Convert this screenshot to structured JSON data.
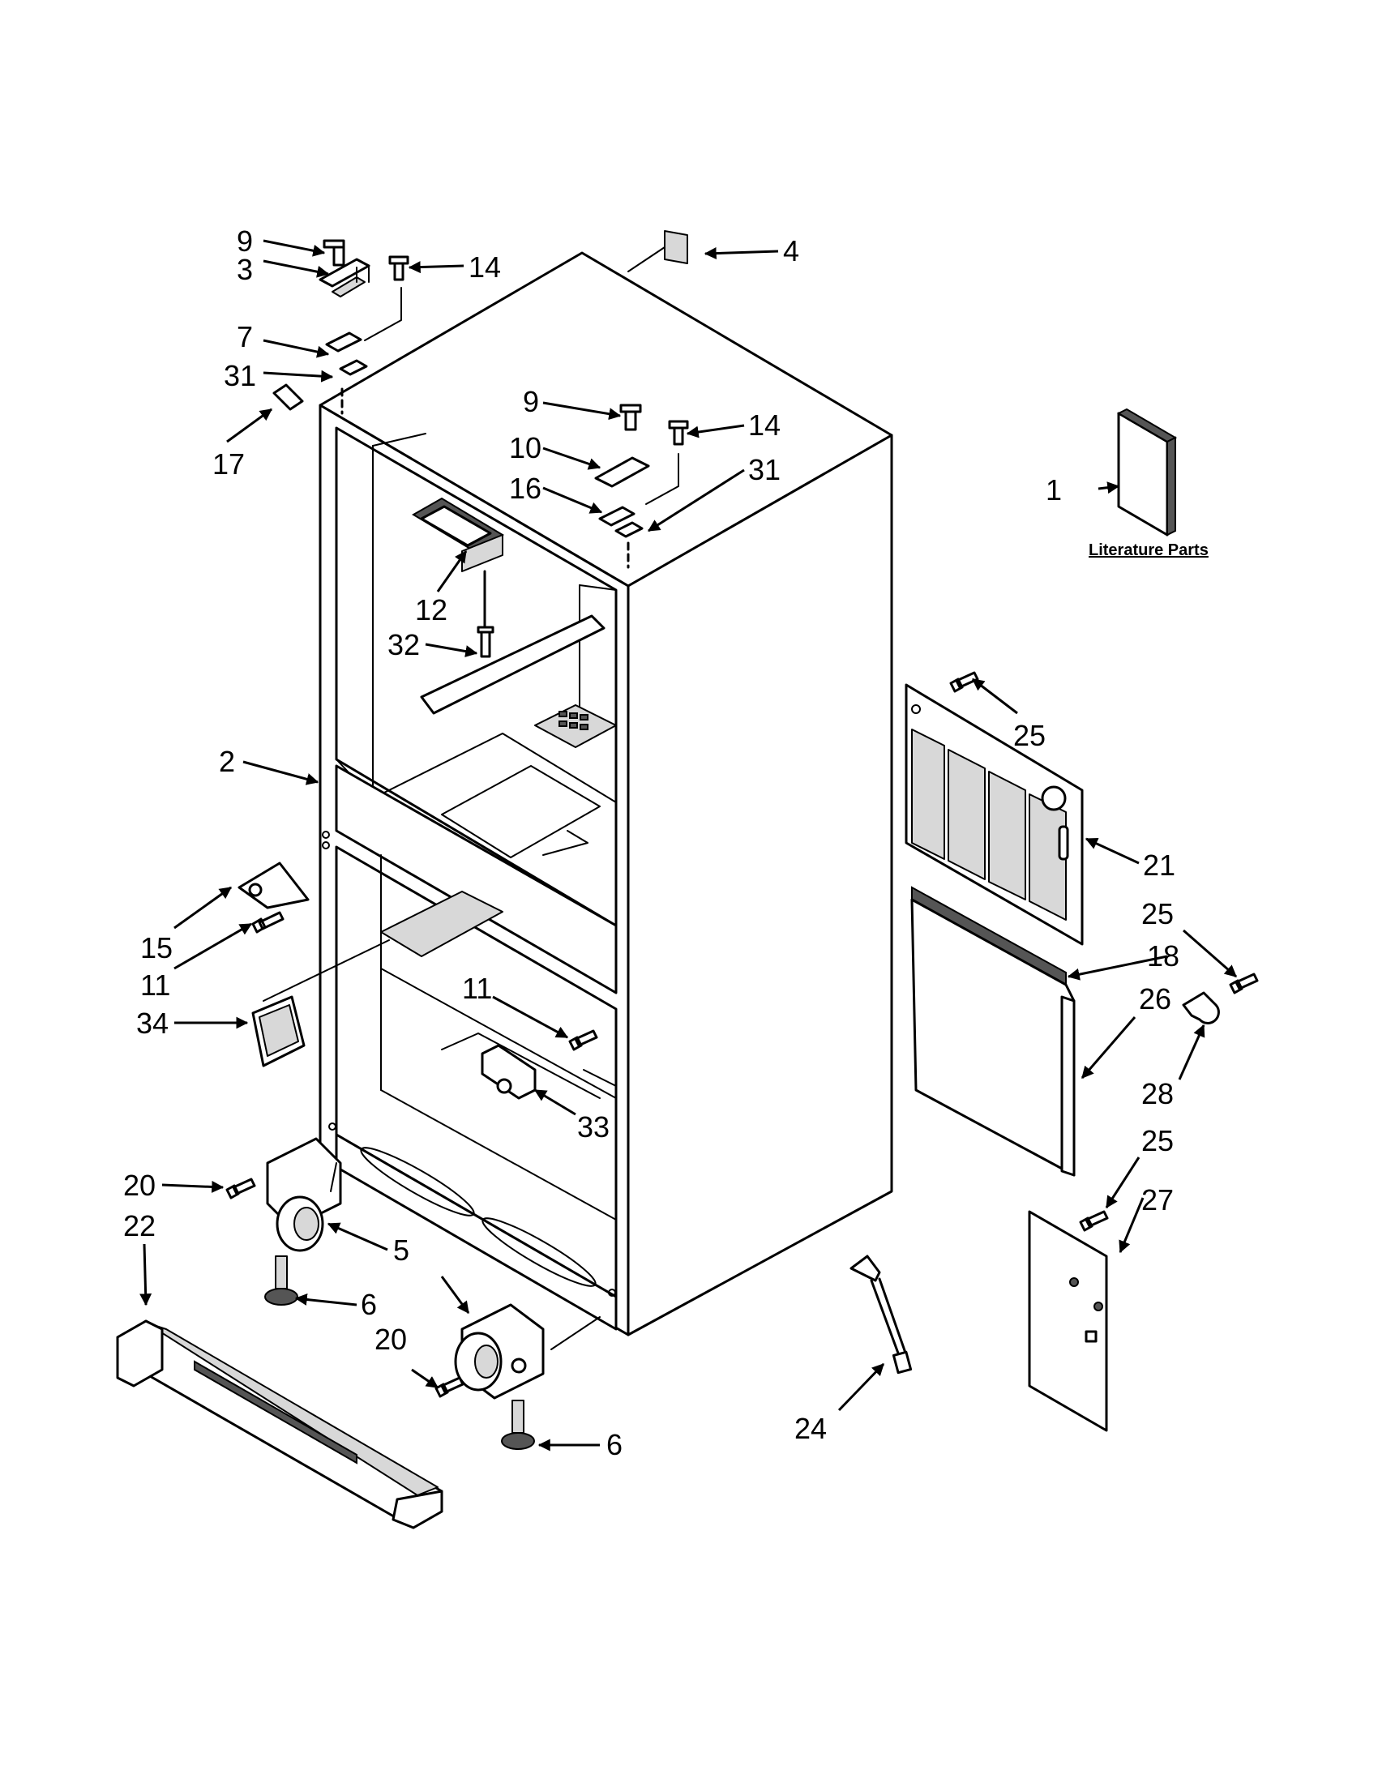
{
  "callouts": {
    "c1": "1",
    "c2": "2",
    "c3": "3",
    "c4": "4",
    "c5": "5",
    "c6a": "6",
    "c6b": "6",
    "c7": "7",
    "c9a": "9",
    "c9b": "9",
    "c10": "10",
    "c11a": "11",
    "c11b": "11",
    "c12": "12",
    "c14a": "14",
    "c14b": "14",
    "c15": "15",
    "c16": "16",
    "c17": "17",
    "c18": "18",
    "c20a": "20",
    "c20b": "20",
    "c21": "21",
    "c22": "22",
    "c24": "24",
    "c25a": "25",
    "c25b": "25",
    "c25c": "25",
    "c26": "26",
    "c27": "27",
    "c28": "28",
    "c31a": "31",
    "c31b": "31",
    "c32": "32",
    "c33": "33",
    "c34": "34"
  },
  "literature_parts": "Literature Parts"
}
